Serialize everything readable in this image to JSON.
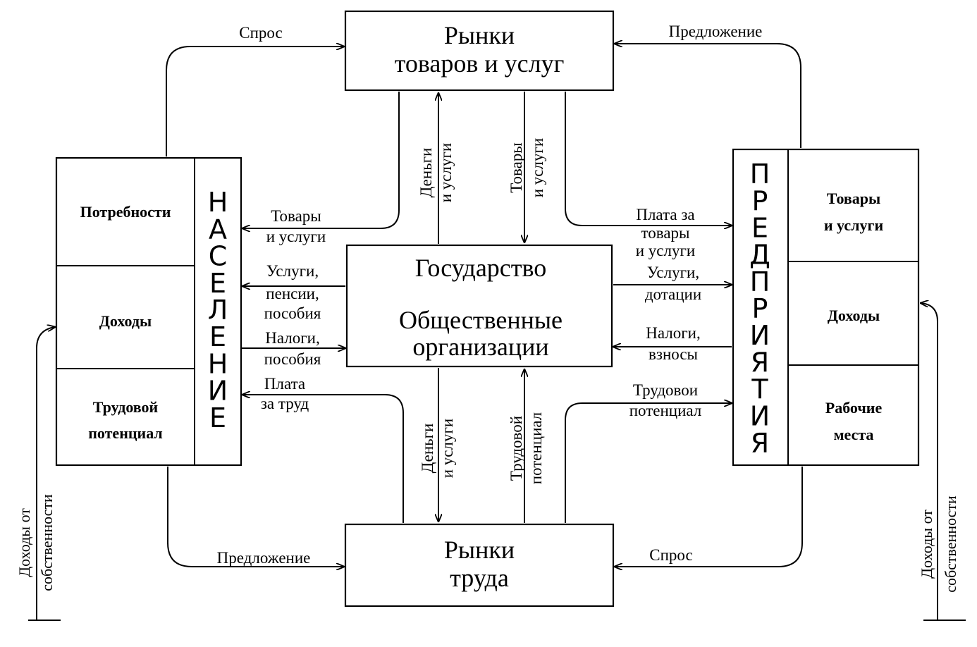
{
  "nodes": {
    "goods_market": {
      "line1": "Рынки",
      "line2": "товаров и услуг"
    },
    "labor_market": {
      "line1": "Рынки",
      "line2": "труда"
    },
    "state": {
      "line1": "Государство",
      "line2": "Общественные",
      "line3": "организации"
    },
    "population": {
      "title_letters": [
        "Н",
        "А",
        "С",
        "Е",
        "Л",
        "Е",
        "Н",
        "И",
        "Е"
      ],
      "cells": [
        {
          "line1": "Потребности",
          "line2": ""
        },
        {
          "line1": "Доходы",
          "line2": ""
        },
        {
          "line1": "Трудовой",
          "line2": "потенциал"
        }
      ]
    },
    "enterprises": {
      "title_letters": [
        "П",
        "Р",
        "Е",
        "Д",
        "П",
        "Р",
        "И",
        "Я",
        "Т",
        "И",
        "Я"
      ],
      "cells": [
        {
          "line1": "Товары",
          "line2": "и услуги"
        },
        {
          "line1": "Доходы",
          "line2": ""
        },
        {
          "line1": "Рабочие",
          "line2": "места"
        }
      ]
    }
  },
  "labels": {
    "demand_top": "Спрос",
    "supply_top": "Предложение",
    "supply_bottom": "Предложение",
    "demand_bottom": "Спрос",
    "goods_to_pop": {
      "line1": "Товары",
      "line2": "и услуги"
    },
    "pay_goods": {
      "line1": "Плата за",
      "line2": "товары",
      "line3": "и услуги"
    },
    "services_pensions": {
      "line1": "Услуги,",
      "line2": "пенсии,",
      "line3": "пособия"
    },
    "services_subsidies": {
      "line1": "Услуги,",
      "line2": "дотации"
    },
    "taxes_benefits": {
      "line1": "Налоги,",
      "line2": "пособия"
    },
    "taxes_fees": {
      "line1": "Налоги,",
      "line2": "взносы"
    },
    "wage": {
      "line1": "Плата",
      "line2": "за труд"
    },
    "labor_potential_right": {
      "line1": "Трудовои",
      "line2": "потенциал"
    },
    "money_services_top": {
      "line1": "Деньги",
      "line2": "и услуги"
    },
    "goods_services_top": {
      "line1": "Товары",
      "line2": "и услуги"
    },
    "money_services_bottom": {
      "line1": "Деньги",
      "line2": "и услуги"
    },
    "labor_potential_bottom": {
      "line1": "Трудовой",
      "line2": "потенциал"
    },
    "property_income_left": {
      "line1": "Доходы от",
      "line2": "собственности"
    },
    "property_income_right": {
      "line1": "Доходы от",
      "line2": "собственности"
    }
  }
}
